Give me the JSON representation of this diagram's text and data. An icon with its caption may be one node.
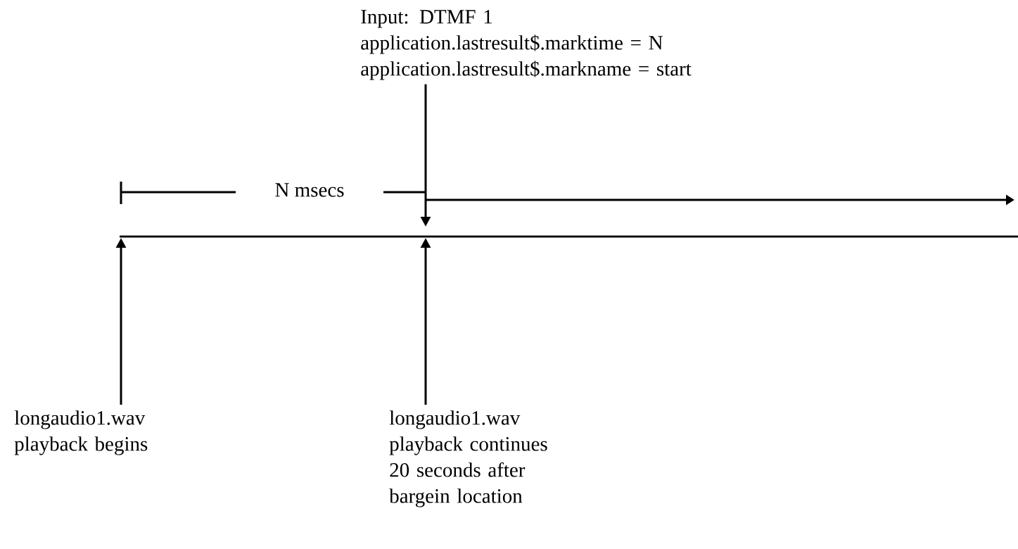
{
  "diagram": {
    "nodes": [
      {
        "text": [
          "Input: DTMF 1",
          "application.lastresult$.marktime = N",
          "application.lastresult$.markname = start"
        ]
      },
      {
        "text": [
          "longaudio1.wav playback begins"
        ]
      },
      {
        "text": [
          "longaudio1.wav playback continues 20 seconds after bargein location"
        ]
      }
    ],
    "edges": [
      {
        "from": 0,
        "to": null,
        "arrow": "to"
      },
      {
        "from": 1,
        "to": null,
        "arrow": "to"
      },
      {
        "from": 2,
        "to": null,
        "arrow": "to"
      }
    ],
    "labels": [
      "N msecs"
    ]
  }
}
